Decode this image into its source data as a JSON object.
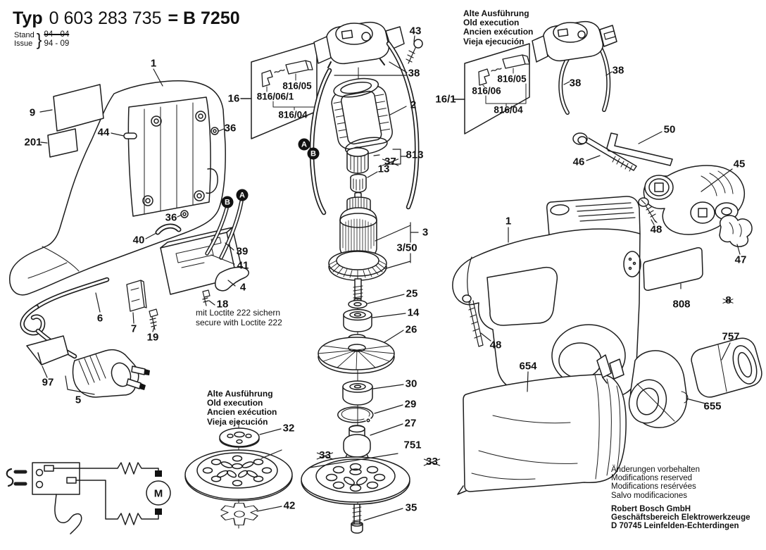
{
  "header": {
    "typ_label": "Typ",
    "typ_number": "0 603 283 735",
    "model": "= B 7250",
    "stand_label": "Stand",
    "issue_label": "Issue",
    "brace": "}",
    "stand_value": "94 - 04",
    "issue_value": "94 - 09"
  },
  "notes": {
    "old_execution": {
      "de": "Alte Ausführung",
      "en": "Old execution",
      "fr": "Ancien exécution",
      "es": "Vieja ejecución"
    },
    "loctite": {
      "de": "mit Loctite 222 sichern",
      "en": "secure with Loctite 222"
    },
    "modifications": {
      "de": "Änderungen vorbehalten",
      "en": "Modifications reserved",
      "fr": "Modifications resérvées",
      "es": "Salvo modificaciones"
    },
    "company": {
      "name": "Robert Bosch GmbH",
      "division": "Geschäftsbereich Elektrowerkzeuge",
      "address": "D 70745 Leinfelden-Echterdingen"
    }
  },
  "callouts": {
    "n1": "1",
    "n2": "2",
    "n3": "3",
    "n3_50": "3/50",
    "n4": "4",
    "n5": "5",
    "n6": "6",
    "n7": "7",
    "n8": "8",
    "n9": "9",
    "n13": "13",
    "n14": "14",
    "n16": "16",
    "n16_1": "16/1",
    "n18": "18",
    "n19": "19",
    "n25": "25",
    "n26": "26",
    "n27": "27",
    "n29": "29",
    "n30": "30",
    "n32": "32",
    "n33": "33",
    "n35": "35",
    "n36": "36",
    "n37": "37",
    "n38": "38",
    "n39": "39",
    "n40": "40",
    "n41": "41",
    "n42": "42",
    "n43": "43",
    "n44": "44",
    "n45": "45",
    "n46": "46",
    "n47": "47",
    "n48": "48",
    "n50": "50",
    "n97": "97",
    "n201": "201",
    "n654": "654",
    "n655": "655",
    "n751": "751",
    "n757": "757",
    "n808": "808",
    "n813": "813",
    "p816_04": "816/04",
    "p816_05": "816/05",
    "p816_06": "816/06",
    "p816_06_1": "816/06/1"
  },
  "connectors": {
    "a": "A",
    "b": "B"
  },
  "circuit": {
    "motor_label": "M"
  },
  "colors": {
    "ink": "#1d1d1d",
    "paper": "#ffffff"
  }
}
